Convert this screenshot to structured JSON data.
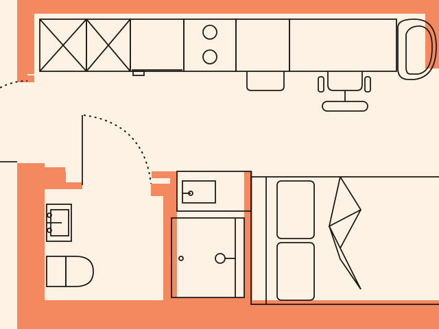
{
  "diagram": {
    "type": "floor-plan",
    "colors": {
      "floor": "#fdf2e3",
      "wall": "#f4895f",
      "line": "#1f1a17"
    },
    "rooms": [
      "entry-hall",
      "kitchen-strip",
      "bathroom",
      "living-sleeping"
    ],
    "fixtures": [
      "dishwasher",
      "washing-machine",
      "oven",
      "cooktop",
      "kitchen-sink",
      "counter",
      "desk",
      "stool",
      "office-chair",
      "armchair",
      "washbasin",
      "toilet",
      "shower",
      "vanity-sink",
      "double-bed",
      "pillows",
      "entry-door",
      "bathroom-door"
    ]
  }
}
